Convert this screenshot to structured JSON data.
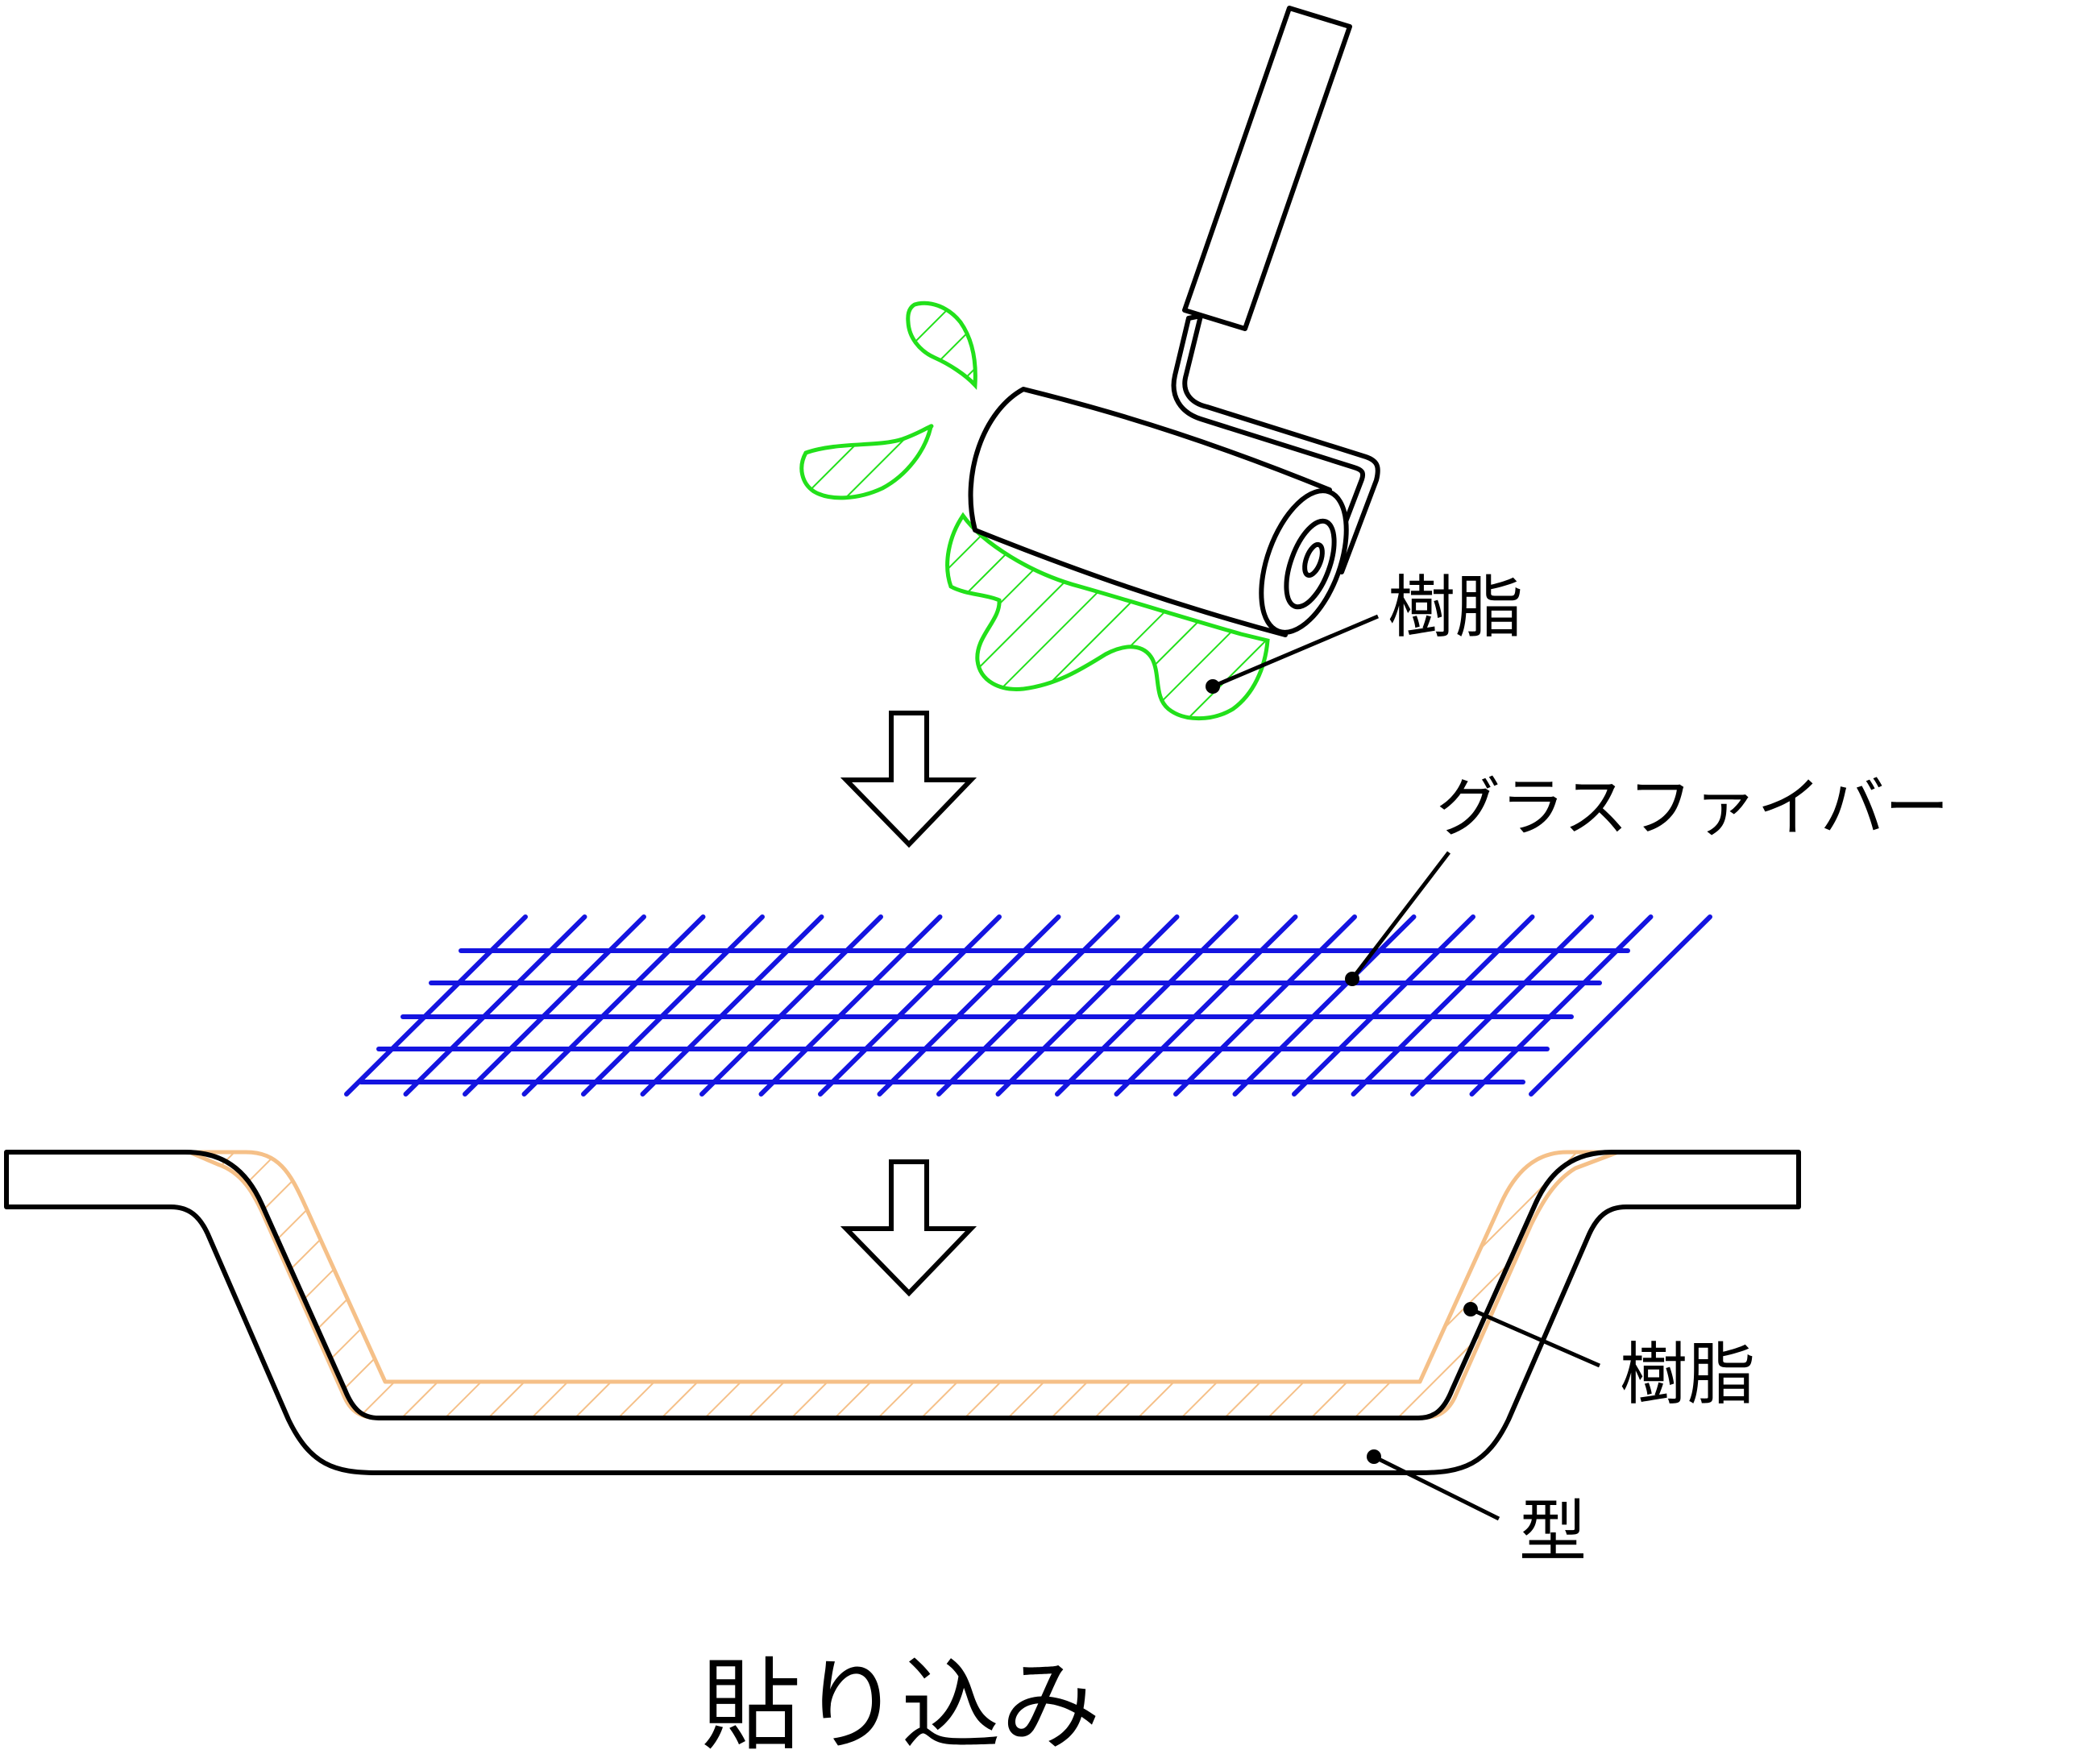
{
  "labels": {
    "resin_top": "樹脂",
    "glass_fiber": "グラスファイバー",
    "resin_mold": "樹脂",
    "mold": "型",
    "caption": "貼り込み"
  },
  "colors": {
    "outline": "#000000",
    "resin_splash": "#22e01a",
    "glass_fiber": "#1414e0",
    "resin_layer": "#f5c088",
    "background": "#ffffff"
  }
}
